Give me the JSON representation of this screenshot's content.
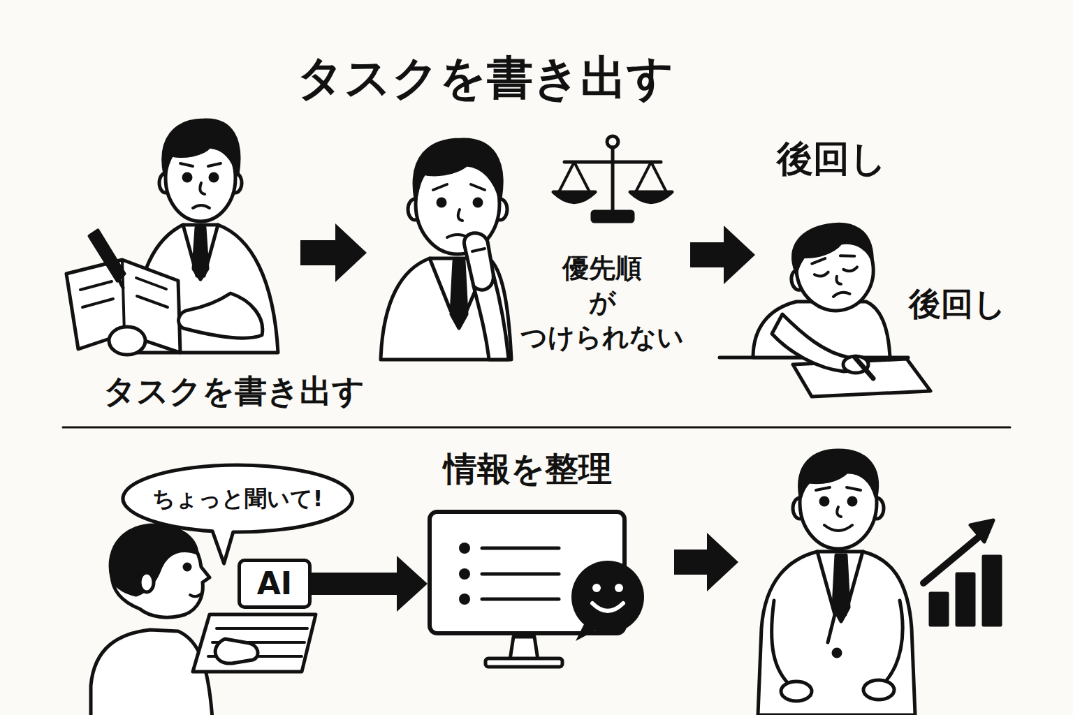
{
  "diagram": {
    "title": "タスクを書き出す",
    "nodes": [
      {
        "text": [
          "ちょっと聞いて!"
        ]
      },
      {
        "text": [
          "AI"
        ]
      },
      {
        "text": [
          "情報を整理"
        ]
      }
    ],
    "edges": [
      {
        "from": 1,
        "to": 2,
        "arrow": "to"
      }
    ],
    "labels": [
      "優先順 が つけられない",
      "後回し",
      "後回し",
      "タスクを書き出す"
    ]
  }
}
